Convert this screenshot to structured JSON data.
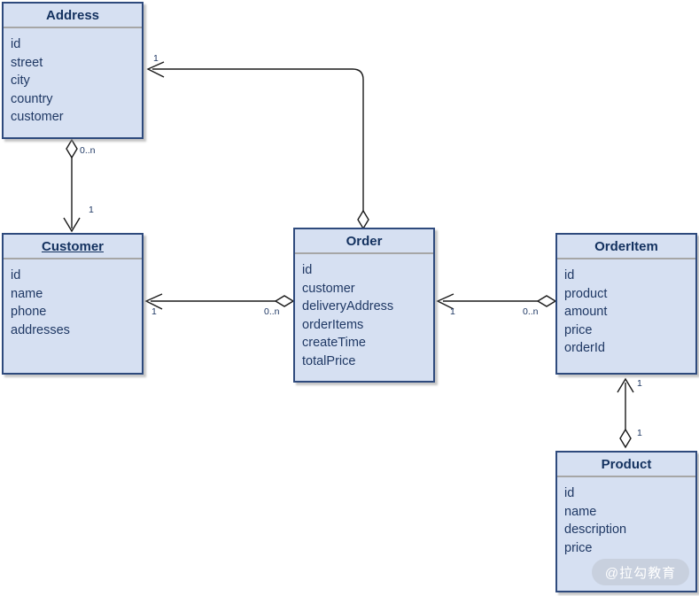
{
  "diagram": {
    "type": "uml-class-diagram",
    "background": "#ffffff",
    "box_fill": "#d6e0f2",
    "box_border": "#2e4a7d",
    "title_color": "#13315f",
    "attr_color": "#1f3864",
    "line_color": "#1a1a1a"
  },
  "classes": [
    {
      "id": "address",
      "name": "Address",
      "underlined": false,
      "attributes": [
        "id",
        "street",
        "city",
        "country",
        "customer"
      ]
    },
    {
      "id": "customer",
      "name": "Customer",
      "underlined": true,
      "attributes": [
        "id",
        "name",
        "phone",
        "addresses"
      ]
    },
    {
      "id": "order",
      "name": "Order",
      "underlined": false,
      "attributes": [
        "id",
        "customer",
        "deliveryAddress",
        "orderItems",
        "createTime",
        "totalPrice"
      ]
    },
    {
      "id": "orderitem",
      "name": "OrderItem",
      "underlined": false,
      "attributes": [
        "id",
        "product",
        "amount",
        "price",
        "orderId"
      ]
    },
    {
      "id": "product",
      "name": "Product",
      "underlined": false,
      "attributes": [
        "id",
        "name",
        "description",
        "price"
      ]
    }
  ],
  "relations": [
    {
      "id": "address-customer",
      "from": "address",
      "to": "customer",
      "kind": "aggregation",
      "source_multiplicity": "0..n",
      "target_multiplicity": "1"
    },
    {
      "id": "order-address",
      "from": "order",
      "to": "address",
      "kind": "aggregation",
      "source_multiplicity": "",
      "target_multiplicity": "1"
    },
    {
      "id": "order-customer",
      "from": "order",
      "to": "customer",
      "kind": "aggregation",
      "source_multiplicity": "0..n",
      "target_multiplicity": "1"
    },
    {
      "id": "orderitem-order",
      "from": "orderitem",
      "to": "order",
      "kind": "aggregation",
      "source_multiplicity": "0..n",
      "target_multiplicity": "1"
    },
    {
      "id": "product-orderitem",
      "from": "product",
      "to": "orderitem",
      "kind": "aggregation",
      "source_multiplicity": "1",
      "target_multiplicity": "1"
    }
  ],
  "watermark": {
    "text": "@拉勾教育"
  }
}
